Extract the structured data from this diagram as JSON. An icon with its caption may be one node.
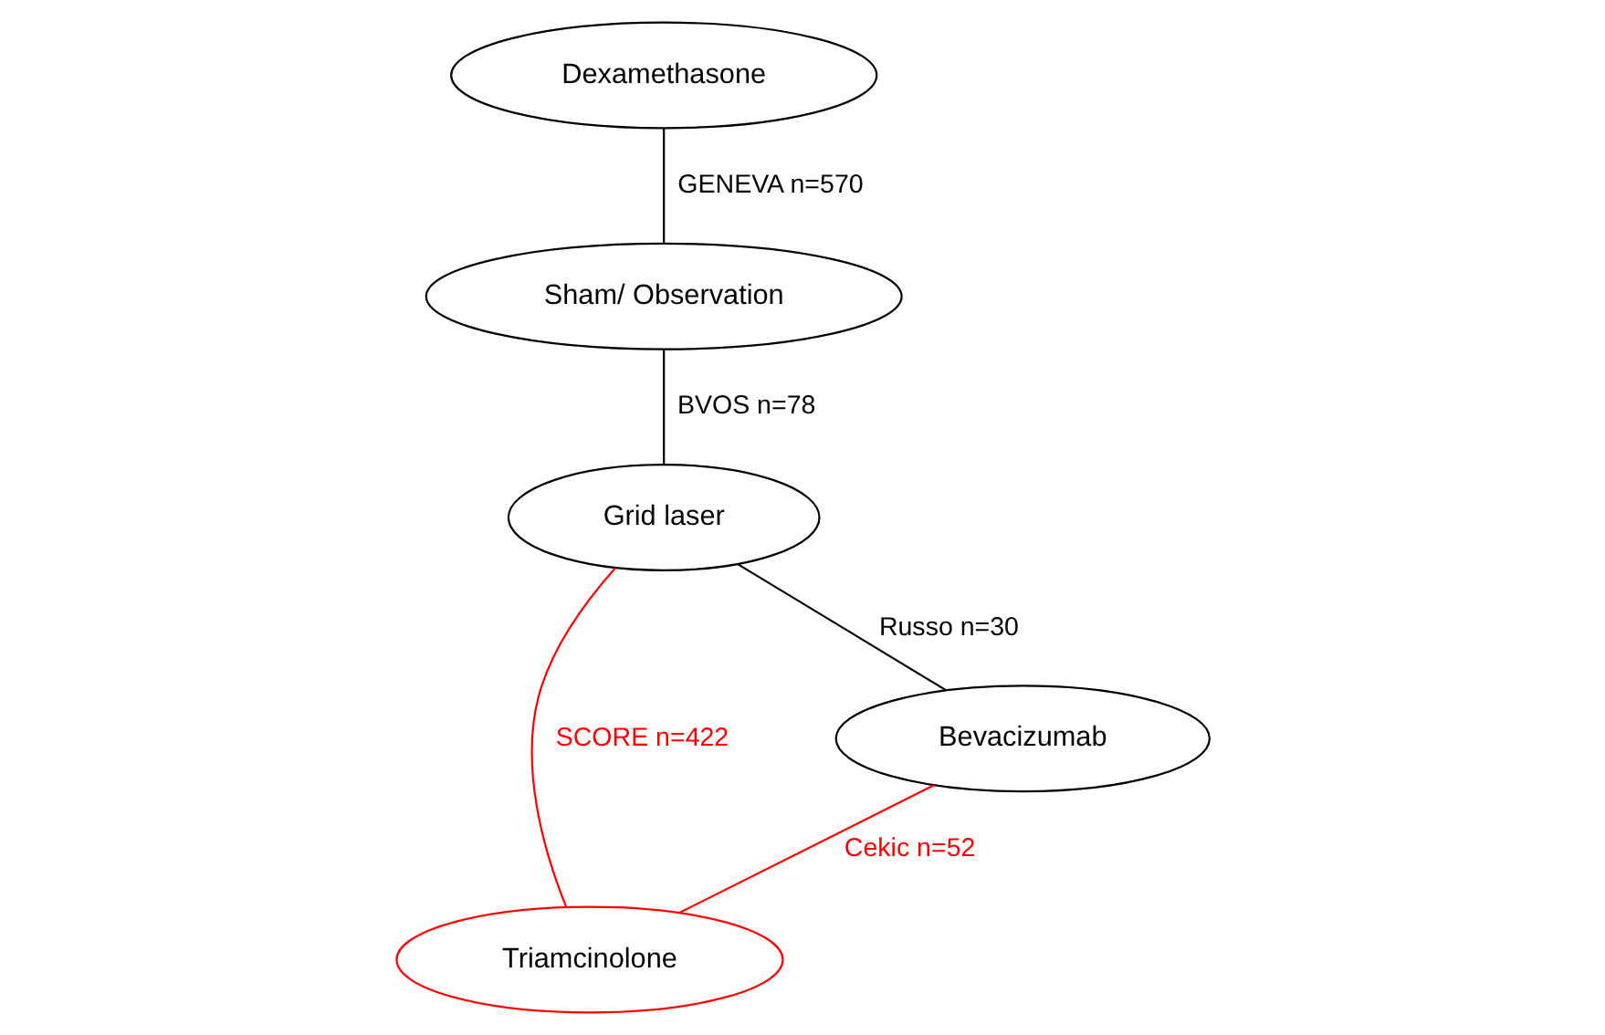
{
  "diagram": {
    "nodes": [
      {
        "text": [
          "Dexamethasone"
        ]
      },
      {
        "text": [
          "Sham/ Observation"
        ]
      },
      {
        "text": [
          "Grid laser"
        ]
      },
      {
        "text": [
          "Triamcinolone"
        ]
      },
      {
        "text": [
          "Bevacizumab"
        ]
      }
    ],
    "edges": [
      {
        "from": 0,
        "to": 1,
        "arrow": "none",
        "label": "GENEVA n=570"
      },
      {
        "from": 1,
        "to": 2,
        "arrow": "none",
        "label": "BVOS n=78"
      },
      {
        "from": 2,
        "to": 3,
        "arrow": "none",
        "label": "SCORE n=422",
        "color": "#ff0000"
      },
      {
        "from": 2,
        "to": 4,
        "arrow": "none",
        "label": "Russo n=30"
      },
      {
        "from": 4,
        "to": 3,
        "arrow": "none",
        "label": "Cekic n=52",
        "color": "#ff0000"
      }
    ]
  }
}
